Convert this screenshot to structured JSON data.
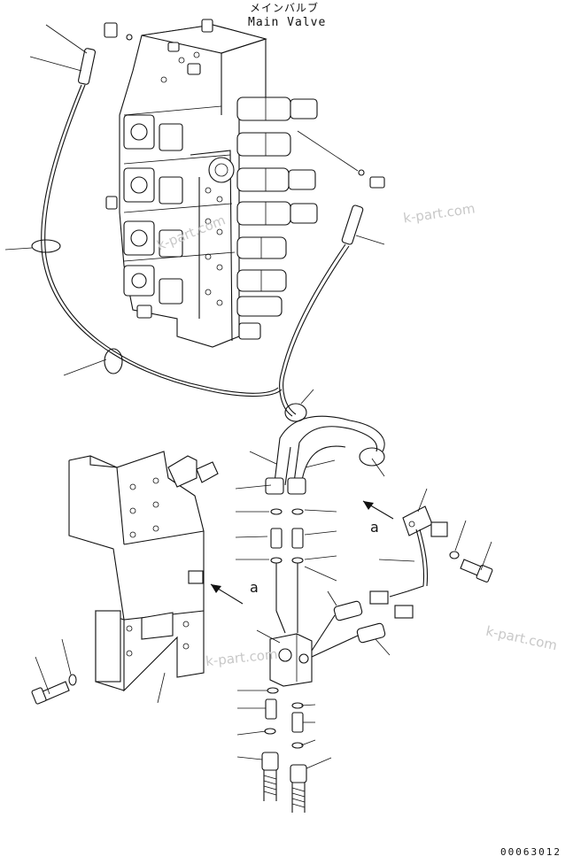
{
  "title_jp": "メインバルブ",
  "title_en": "Main Valve",
  "view_marker": "a",
  "watermarks": [
    "k-part.com",
    "k-part.com",
    "k-part.com",
    "k-part.com"
  ],
  "drawing_number": "00063012"
}
